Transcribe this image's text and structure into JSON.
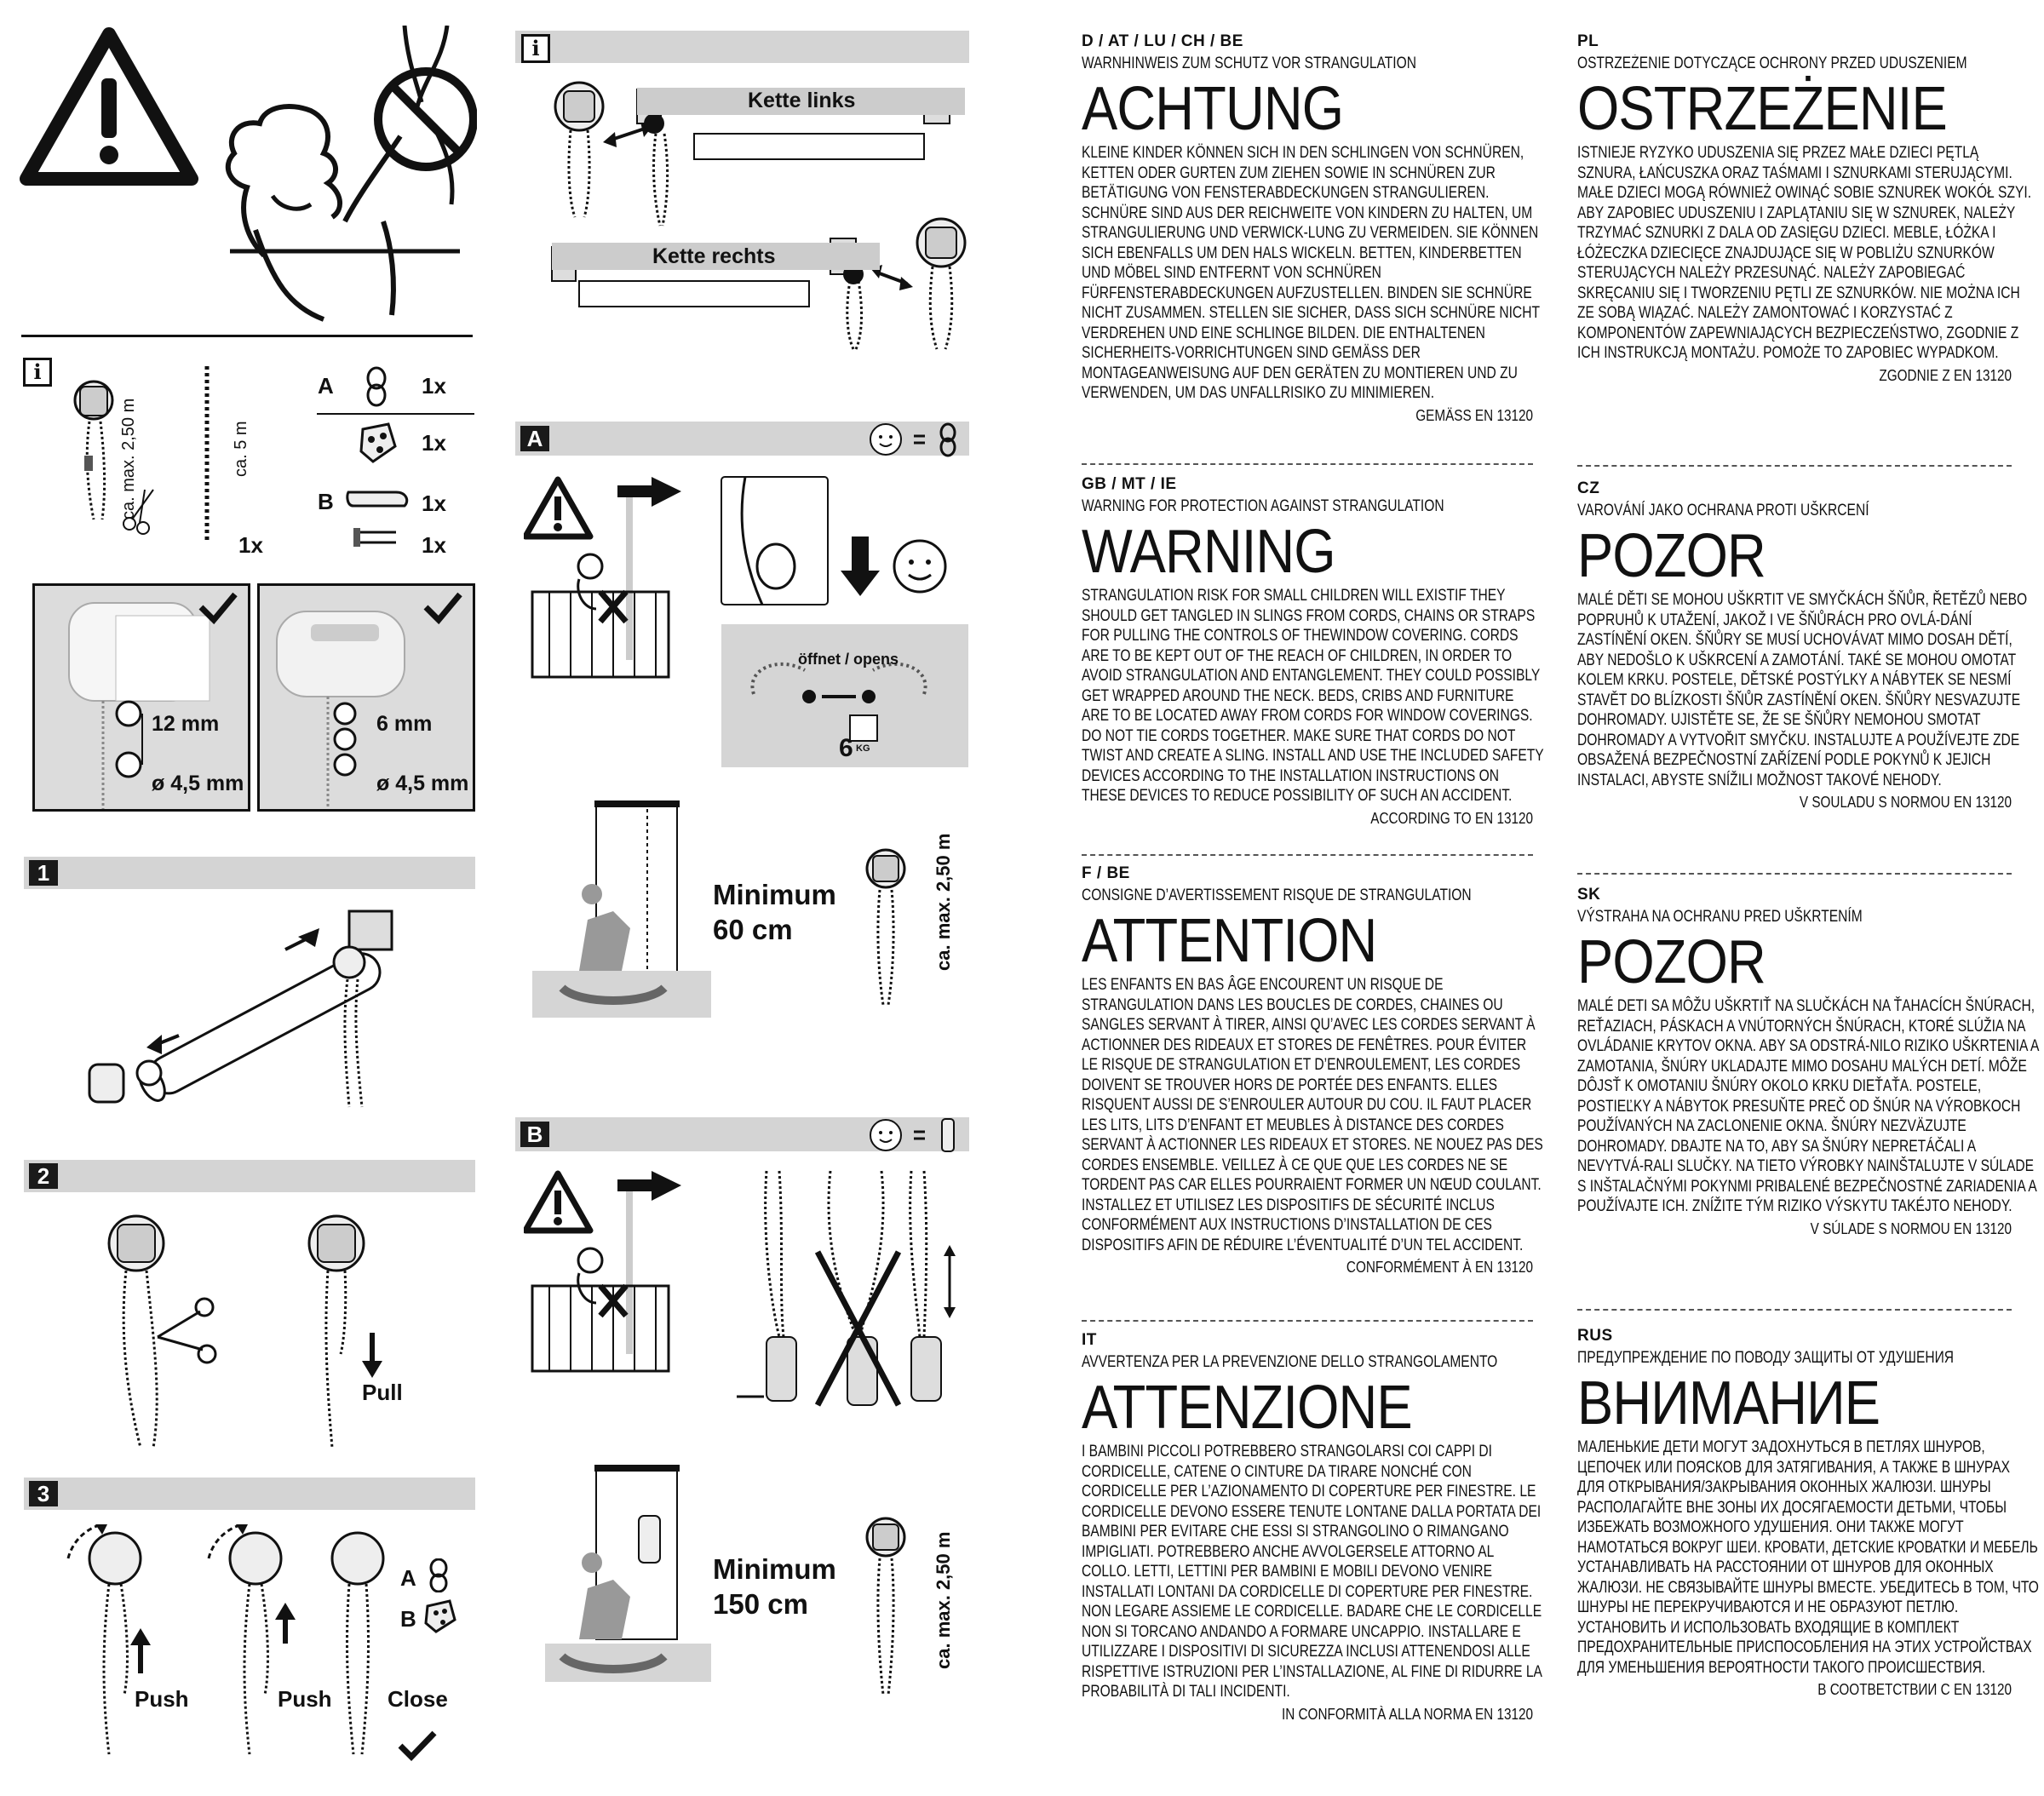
{
  "left": {
    "parts": {
      "info": "i",
      "chain_length": "ca. max. 2,50 m",
      "chain_length2": "ca. 5 m",
      "qty_chain": "1x",
      "item_A": "A",
      "qty_A1": "1x",
      "qty_A2": "1x",
      "item_B": "B",
      "qty_B1": "1x",
      "qty_B2": "1x"
    },
    "compare": {
      "left_bead": "12 mm",
      "left_diam": "ø 4,5 mm",
      "right_bead": "6 mm",
      "right_diam": "ø 4,5 mm"
    },
    "steps": [
      {
        "num": "1"
      },
      {
        "num": "2",
        "pull": "Pull"
      },
      {
        "num": "3",
        "push1": "Push",
        "push2": "Push",
        "close": "Close",
        "A": "A",
        "B": "B"
      }
    ]
  },
  "middle": {
    "info": "i",
    "kette_links": "Kette links",
    "kette_rechts": "Kette rechts",
    "sectionA": {
      "label": "A",
      "opens": "öffnet / opens",
      "weight": "6",
      "kg": "KG",
      "min_label": "Minimum",
      "min_value": "60 cm",
      "length": "ca. max. 2,50 m"
    },
    "sectionB": {
      "label": "B",
      "min_label": "Minimum",
      "min_value": "150 cm",
      "length": "ca. max. 2,50 m"
    }
  },
  "warnings": [
    {
      "code": "D / AT / LU / CH / BE",
      "subtitle": "WARNHINWEIS ZUM SCHUTZ VOR STRANGULATION",
      "heading": "ACHTUNG",
      "body": "KLEINE KINDER KÖNNEN SICH IN DEN SCHLINGEN VON SCHNÜREN, KETTEN ODER GURTEN ZUM ZIEHEN SOWIE IN SCHNÜREN ZUR BETÄTIGUNG VON FENSTERABDECKUNGEN STRANGULIEREN. SCHNÜRE SIND AUS DER REICHWEITE VON KINDERN ZU HALTEN, UM STRANGULIERUNG UND VERWICK-LUNG ZU VERMEIDEN. SIE KÖNNEN SICH EBENFALLS UM DEN HALS WICKELN. BETTEN, KINDERBETTEN UND MÖBEL SIND ENTFERNT VON SCHNÜREN FÜRFENSTERABDECKUNGEN AUFZUSTELLEN. BINDEN SIE SCHNÜRE NICHT ZUSAMMEN. STELLEN SIE SICHER, DASS SICH SCHNÜRE NICHT VERDREHEN UND EINE SCHLINGE BILDEN. DIE ENTHALTENEN SICHERHEITS-VORRICHTUNGEN SIND GEMÄSS DER MONTAGEANWEISUNG AUF DEN GERÄTEN ZU MONTIEREN UND ZU VERWENDEN, UM DAS UNFALLRISIKO ZU MINIMIEREN.",
      "norm": "GEMÄSS EN 13120"
    },
    {
      "code": "GB / MT / IE",
      "subtitle": "WARNING FOR PROTECTION AGAINST STRANGULATION",
      "heading": "WARNING",
      "body": "STRANGULATION RISK FOR SMALL CHILDREN WILL EXISTIF THEY SHOULD GET TANGLED IN SLINGS FROM CORDS, CHAINS OR STRAPS FOR PULLING THE CONTROLS OF THEWINDOW COVERING. CORDS ARE TO BE KEPT OUT OF THE REACH OF CHILDREN, IN ORDER TO AVOID STRANGULATION AND ENTANGLEMENT. THEY COULD POSSIBLY GET WRAPPED AROUND THE NECK. BEDS, CRIBS AND FURNITURE ARE TO BE LOCATED AWAY FROM CORDS FOR WINDOW COVERINGS. DO NOT TIE CORDS TOGETHER. MAKE SURE THAT CORDS DO NOT TWIST AND CREATE A SLING. INSTALL AND USE THE INCLUDED SAFETY DEVICES ACCORDING TO THE INSTALLATION INSTRUCTIONS ON THESE DEVICES TO REDUCE POSSIBILITY OF SUCH AN ACCIDENT.",
      "norm": "ACCORDING TO EN 13120"
    },
    {
      "code": "F / BE",
      "subtitle": "CONSIGNE D’AVERTISSEMENT RISQUE DE STRANGULATION",
      "heading": "ATTENTION",
      "body": "LES ENFANTS EN BAS ÂGE ENCOURENT UN RISQUE DE STRANGULATION DANS LES BOUCLES DE CORDES, CHAINES OU SANGLES SERVANT À TIRER, AINSI QU’AVEC LES CORDES SERVANT À ACTIONNER DES RIDEAUX ET STORES DE FENÊTRES. POUR ÉVITER LE RISQUE DE STRANGULATION ET D’ENROULEMENT, LES CORDES DOIVENT SE TROUVER HORS DE PORTÉE DES ENFANTS. ELLES RISQUENT AUSSI DE S’ENROULER AUTOUR DU COU. IL FAUT PLACER LES LITS, LITS D’ENFANT ET MEUBLES À DISTANCE DES CORDES SERVANT À ACTIONNER LES RIDEAUX ET STORES. NE NOUEZ PAS DES CORDES ENSEMBLE. VEILLEZ À CE QUE QUE LES CORDES NE SE TORDENT PAS CAR ELLES POURRAIENT FORMER UN NŒUD COULANT. INSTALLEZ ET UTILISEZ LES DISPOSITIFS DE SÉCURITÉ INCLUS CONFORMÉMENT AUX INSTRUCTIONS D’INSTALLATION DE CES DISPOSITIFS AFIN DE RÉDUIRE L’ÉVENTUALITÉ D’UN TEL ACCIDENT.",
      "norm": "CONFORMÉMENT À EN 13120"
    },
    {
      "code": "IT",
      "subtitle": "AVVERTENZA PER LA PREVENZIONE DELLO STRANGOLAMENTO",
      "heading": "ATTENZIONE",
      "body": "I BAMBINI PICCOLI POTREBBERO STRANGOLARSI COI CAPPI DI CORDICELLE, CATENE O CINTURE DA TIRARE NONCHÉ CON CORDICELLE PER L’AZIONAMENTO DI COPERTURE PER FINESTRE. LE CORDICELLE DEVONO ESSERE TENUTE LONTANE DALLA PORTATA DEI BAMBINI PER EVITARE CHE ESSI SI STRANGOLINO O RIMANGANO IMPIGLIATI. POTREBBERO ANCHE AVVOLGERSELE ATTORNO AL COLLO. LETTI, LETTINI PER BAMBINI E MOBILI DEVONO VENIRE INSTALLATI LONTANI DA CORDICELLE DI COPERTURE PER FINESTRE. NON LEGARE ASSIEME LE CORDICELLE. BADARE CHE LE CORDICELLE NON SI TORCANO ANDANDO A FORMARE UNCAPPIO. INSTALLARE E UTILIZZARE I DISPOSITIVI DI SICUREZZA INCLUSI ATTENENDOSI ALLE RISPETTIVE ISTRUZIONI PER L’INSTALLAZIONE, AL FINE DI RIDURRE LA PROBABILITÀ DI TALI INCIDENTI.",
      "norm": "IN CONFORMITÀ ALLA NORMA EN 13120"
    },
    {
      "code": "PL",
      "subtitle": "OSTRZEŻENIE DOTYCZĄCE OCHRONY PRZED UDUSZENIEM",
      "heading": "OSTRZEŻENIE",
      "body": "ISTNIEJE RYZYKO UDUSZENIA SIĘ PRZEZ MAŁE DZIECI PĘTLĄ SZNURA, ŁAŃCUSZKA ORAZ TAŚMAMI I SZNURKAMI STERUJĄCYMI. MAŁE DZIECI MOGĄ RÓWNIEŻ OWINĄĆ SOBIE SZNUREK WOKÓŁ SZYI. ABY ZAPOBIEC UDUSZENIU I ZAPLĄTANIU SIĘ W SZNUREK, NALEŻY TRZYMAĆ SZNURKI Z DALA OD ZASIĘGU DZIECI. MEBLE, ŁÓŻKA I ŁÓŻECZKA DZIECIĘCE ZNAJDUJĄCE SIĘ W POBLIŻU SZNURKÓW STERUJĄCYCH NALEŻY PRZESUNĄĆ. NALEŻY ZAPOBIEGAĆ SKRĘCANIU SIĘ I TWORZENIU PĘTLI ZE SZNURKÓW. NIE MOŻNA ICH ZE SOBĄ WIĄZAĆ. NALEŻY ZAMONTOWAĆ I KORZYSTAĆ Z KOMPONENTÓW ZAPEWNIAJĄCYCH BEZPIECZEŃSTWO, ZGODNIE Z ICH INSTRUKCJĄ MONTAŻU. POMOŻE TO ZAPOBIEC WYPADKOM.",
      "norm": "ZGODNIE Z EN 13120"
    },
    {
      "code": "CZ",
      "subtitle": "VAROVÁNÍ JAKO OCHRANA PROTI UŠKRCENÍ",
      "heading": "POZOR",
      "body": "MALÉ DĚTI SE MOHOU UŠKRTIT VE SMYČKÁCH ŠŇŮR, ŘETĚZŮ NEBO POPRUHŮ K UTAŽENÍ, JAKOŽ I VE ŠŇŮRÁCH PRO OVLÁ-DÁNÍ ZASTÍNĚNÍ OKEN. ŠŇŮRY SE MUSÍ UCHOVÁVAT MIMO DOSAH DĚTÍ, ABY NEDOŠLO K UŠKRCENÍ A ZAMOTÁNÍ. TAKÉ SE MOHOU OMOTAT KOLEM KRKU. POSTELE, DĚTSKÉ POSTÝLKY A NÁBYTEK SE NESMÍ STAVĚT DO BLÍZKOSTI ŠŇŮR ZASTÍNĚNÍ OKEN. ŠŇŮRY NESVAZUJTE DOHROMADY. UJISTĚTE SE, ŽE SE ŠŇŮRY NEMOHOU SMOTAT DOHROMADY A VYTVOŘIT SMYČKU. INSTALUJTE A POUŽÍVEJTE ZDE OBSAŽENÁ BEZPEČNOSTNÍ ZAŘÍZENÍ PODLE POKYNŮ K JEJICH INSTALACI, ABYSTE SNÍŽILI MOŽNOST TAKOVÉ NEHODY.",
      "norm": "V SOULADU S NORMOU EN 13120"
    },
    {
      "code": "SK",
      "subtitle": "VÝSTRAHA NA OCHRANU PRED UŠKRTENÍM",
      "heading": "POZOR",
      "body": "MALÉ DETI SA MÔŽU UŠKRTIŤ NA SLUČKÁCH NA ŤAHACÍCH ŠNÚRACH, REŤAZIACH, PÁSKACH A VNÚTORNÝCH ŠNÚRACH, KTORÉ SLÚŽIA NA OVLÁDANIE KRYTOV OKNA. ABY SA ODSTRÁ-NILO RIZIKO UŠKRTENIA A ZAMOTANIA, ŠNÚRY UKLADAJTE MIMO DOSAHU MALÝCH DETÍ. MÔŽE DÔJSŤ K OMOTANIU ŠNÚRY OKOLO KRKU DIEŤAŤA. POSTELE, POSTIEĽKY A NÁBYTOK PRESUŇTE PREČ OD ŠNÚR NA VÝROBKOCH POUŽÍVANÝCH NA ZACLONENIE OKNA. ŠNÚRY NEZVÄZUJTE DOHROMADY. DBAJTE NA TO, ABY SA ŠNÚRY NEPRETÁČALI A NEVYTVÁ-RALI SLUČKY. NA TIETO VÝROBKY NAINŠTALUJTE V SÚLADE S INŠTALAČNÝMI POKYNMI PRIBALENÉ BEZPEČNOSTNÉ ZARIADENIA A POUŽÍVAJTE ICH. ZNÍŽITE TÝM RIZIKO VÝSKYTU TAKÉJTO NEHODY.",
      "norm": "V SÚLADE S NORMOU EN 13120"
    },
    {
      "code": "RUS",
      "subtitle": "ПРЕДУПРЕЖДЕНИЕ ПО ПОВОДУ ЗАЩИТЫ ОТ УДУШЕНИЯ",
      "heading": "ВНИМАНИЕ",
      "body": "МАЛЕНЬКИЕ ДЕТИ МОГУТ ЗАДОХНУТЬСЯ В ПЕТЛЯХ ШНУРОВ, ЦЕПОЧЕК ИЛИ ПОЯСКОВ ДЛЯ ЗАТЯГИВАНИЯ, А ТАКЖЕ В ШНУРАХ ДЛЯ ОТКРЫВАНИЯ/ЗАКРЫВАНИЯ ОКОННЫХ ЖАЛЮЗИ. ШНУРЫ РАСПОЛАГАЙТЕ ВНЕ ЗОНЫ ИХ ДОСЯГАЕМОСТИ ДЕТЬМИ, ЧТОБЫ ИЗБЕЖАТЬ ВОЗМОЖНОГО УДУШЕНИЯ. ОНИ ТАКЖЕ МОГУТ НАМОТАТЬСЯ ВОКРУГ ШЕИ. КРОВАТИ, ДЕТСКИЕ КРОВАТКИ И МЕБЕЛЬ УСТАНАВЛИВАТЬ НА РАССТОЯНИИ ОТ ШНУРОВ ДЛЯ ОКОННЫХ ЖАЛЮЗИ. НЕ СВЯЗЫВАЙТЕ ШНУРЫ ВМЕСТЕ. УБЕДИТЕСЬ В ТОМ, ЧТО ШНУРЫ НЕ ПЕРЕКРУЧИВАЮТСЯ И НЕ ОБРАЗУЮТ ПЕТЛЮ. УСТАНОВИТЬ И ИСПОЛЬЗОВАТЬ ВХОДЯЩИЕ В КОМПЛЕКТ ПРЕДОХРАНИТЕЛЬНЫЕ ПРИСПОСОБЛЕНИЯ НА ЭТИХ УСТРОЙСТВАХ ДЛЯ УМЕНЬШЕНИЯ ВЕРОЯТНОСТИ ТАКОГО ПРОИСШЕСТВИЯ.",
      "norm": "В СООТВЕТСТВИИ С EN 13120"
    }
  ]
}
